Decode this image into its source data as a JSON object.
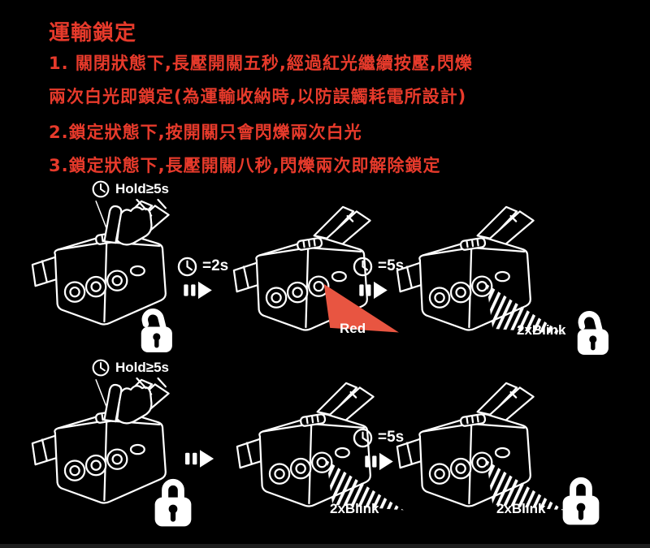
{
  "colors": {
    "background": "#000000",
    "text_red": "#e73a2b",
    "beam_red": "#e85541",
    "white": "#ffffff"
  },
  "header": {
    "title": "運輸鎖定",
    "line1": "1. 關閉狀態下,長壓開關五秒,經過紅光繼續按壓,閃爍",
    "line2": "兩次白光即鎖定(為運輸收納時,以防誤觸耗電所設計)",
    "line3": "2.鎖定狀態下,按開關只會閃爍兩次白光",
    "line4": "3.鎖定狀態下,長壓開關八秒,閃爍兩次即解除鎖定"
  },
  "diagram": {
    "row1": {
      "hold_label": "Hold≥5s",
      "start_lock": "unlocked",
      "step1_time": "=2s",
      "lamp2_beam": "red",
      "lamp2_beam_label": "Red",
      "step2_time": "=5s",
      "lamp3_beam": "blink",
      "lamp3_beam_label": "2xBlink",
      "end_lock": "unlocked"
    },
    "row2": {
      "hold_label": "Hold≥5s",
      "start_lock": "locked",
      "lamp2_beam": "blink",
      "lamp2_beam_label": "2xBlink",
      "step2_time": "=5s",
      "lamp3_beam": "blink",
      "lamp3_beam_label": "2xBlink",
      "end_lock": "locked"
    }
  }
}
